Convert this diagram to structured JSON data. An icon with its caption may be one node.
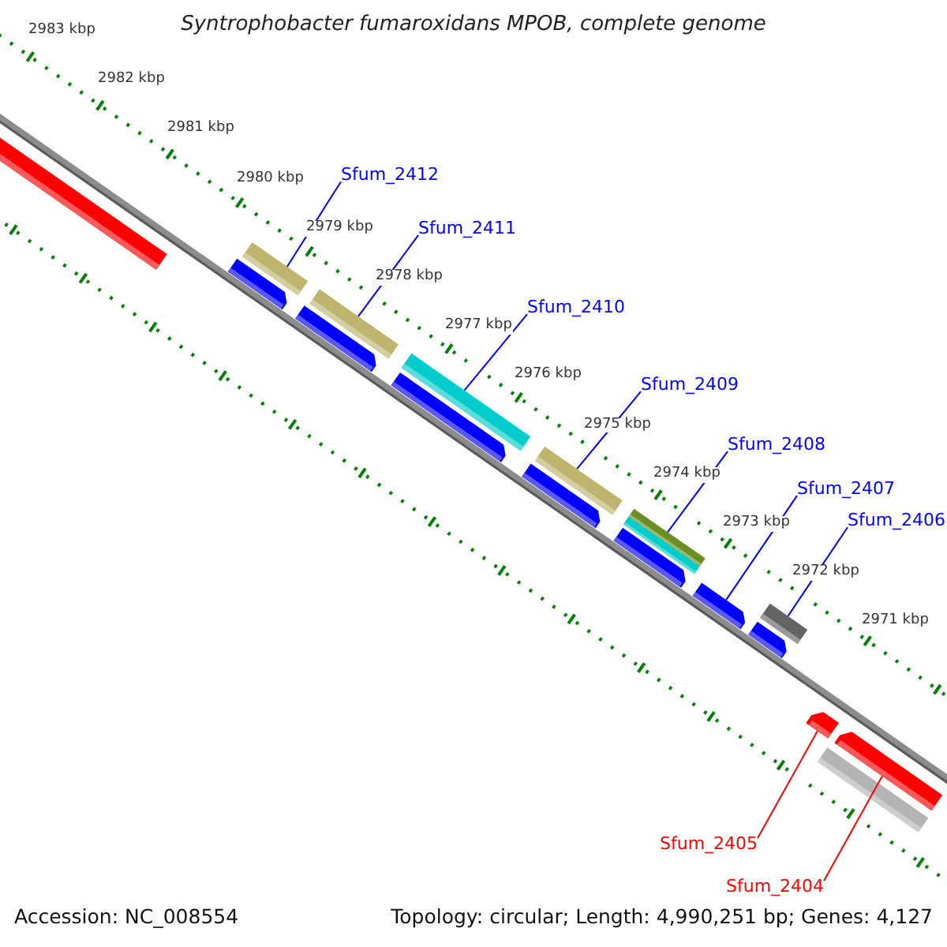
{
  "diagram": {
    "title": "Syntrophobacter fumaroxidans MPOB, complete genome",
    "nodes": [
      {
        "text": [
          "Sfum_2412"
        ]
      },
      {
        "text": [],
        "shape": "bar"
      },
      {
        "text": [
          "Sfum_2411"
        ]
      },
      {
        "text": [],
        "shape": "bar"
      },
      {
        "text": [
          "Sfum_2410"
        ]
      },
      {
        "text": [],
        "shape": "bar"
      },
      {
        "text": [
          "Sfum_2409"
        ]
      },
      {
        "text": [],
        "shape": "bar"
      },
      {
        "text": [
          "Sfum_2408"
        ]
      },
      {
        "text": [],
        "shape": "bar"
      },
      {
        "text": [
          "Sfum_2407"
        ]
      },
      {
        "text": [],
        "shape": "bar"
      },
      {
        "text": [
          "Sfum_2406"
        ]
      },
      {
        "text": [],
        "shape": "bar"
      },
      {
        "text": [
          "Sfum_2405"
        ]
      },
      {
        "text": [],
        "shape": "bar"
      },
      {
        "text": [
          "Sfum_2404"
        ]
      },
      {
        "text": [],
        "shape": "bar"
      }
    ],
    "edges": [
      {
        "from": 0,
        "to": 1,
        "arrow": "none"
      },
      {
        "from": 2,
        "to": 3,
        "arrow": "none"
      },
      {
        "from": 4,
        "to": 5,
        "arrow": "none"
      },
      {
        "from": 6,
        "to": 7,
        "arrow": "none"
      },
      {
        "from": 8,
        "to": 9,
        "arrow": "none"
      },
      {
        "from": 10,
        "to": 11,
        "arrow": "none"
      },
      {
        "from": 12,
        "to": 13,
        "arrow": "none"
      },
      {
        "from": 14,
        "to": 15,
        "arrow": "none",
        "color": "#ff0000"
      },
      {
        "from": 16,
        "to": 17,
        "arrow": "none",
        "color": "#ff0000"
      }
    ],
    "labels": [
      "2983 kbp",
      "2982 kbp",
      "2981 kbp",
      "2980 kbp",
      "2979 kbp",
      "2978 kbp",
      "2977 kbp",
      "2976 kbp",
      "2975 kbp",
      "2974 kbp",
      "2973 kbp",
      "2972 kbp",
      "2971 kbp",
      "Accession: NC_008554",
      "Topology: circular; Length: 4,990,251 bp; Genes: 4,127"
    ]
  }
}
